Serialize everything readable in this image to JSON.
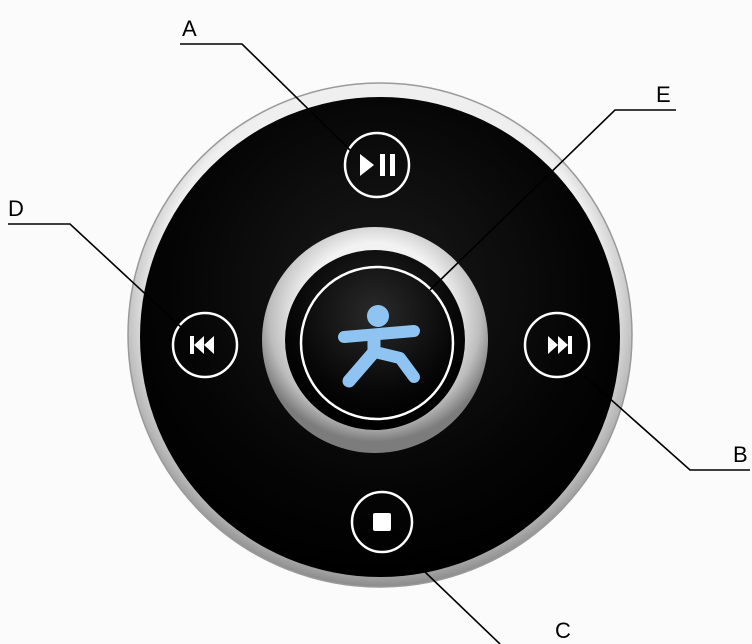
{
  "labels": {
    "a": "A",
    "b": "B",
    "c": "C",
    "d": "D",
    "e": "E"
  },
  "icons": {
    "top": "play-pause-icon",
    "left": "skip-previous-icon",
    "right": "skip-next-icon",
    "bottom": "stop-icon",
    "center": "person-icon"
  },
  "colors": {
    "background": "#fbfbfb",
    "body": "#000000",
    "rim": "#c9c9c9",
    "button_ring": "#ffffff",
    "center_icon": "#8fc4f2"
  }
}
